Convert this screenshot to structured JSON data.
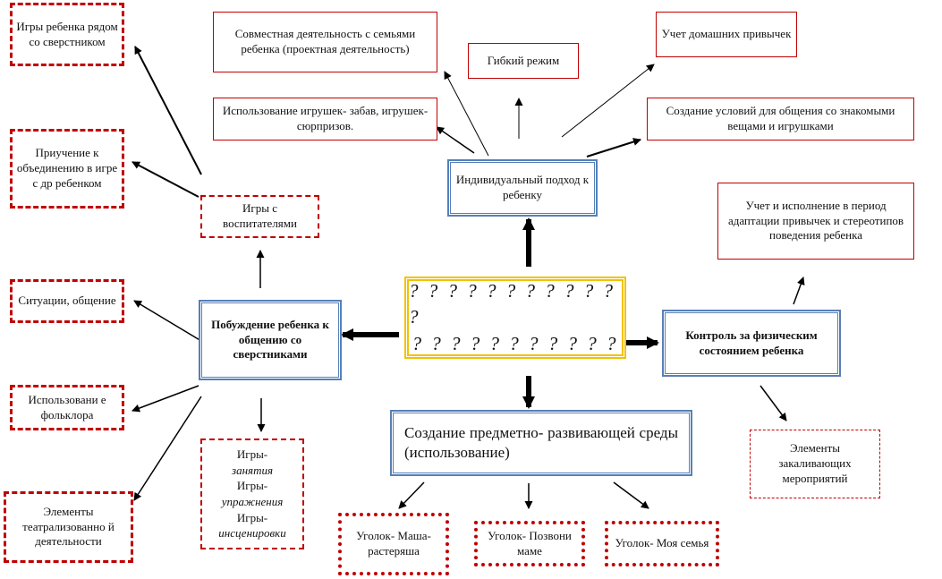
{
  "center": {
    "line1": "? ? ? ? ? ? ? ? ? ? ? ?",
    "line2": "? ? ? ? ? ? ? ? ? ? ?"
  },
  "individual": {
    "label": "Индивидуальный подход к ребенку"
  },
  "motivation": {
    "label": "Побуждение ребенка к общению со сверстниками"
  },
  "control": {
    "label": "Контроль за физическим состоянием ребенка"
  },
  "environment": {
    "label": "Создание предметно- развивающей среды (использование)"
  },
  "top_items": {
    "joint": "Совместная деятельность с семьями ребенка (проектная деятельность)",
    "flexible": "Гибкий режим",
    "habits": "Учет домашних привычек",
    "toys": "Использование игрушек- забав, игрушек- сюрпризов.",
    "familiar": "Создание условий для общения со знакомыми вещами и игрушками"
  },
  "right_items": {
    "adaptation": "Учет и исполнение в период адаптации привычек и стереотипов поведения ребенка",
    "hardening": "Элементы закаливающих мероприятий"
  },
  "left_items": {
    "peers_play": "Игры ребенка рядом со сверстником",
    "joining": "Приучение к объединению в игре с др ребенком",
    "teachers": "Игры с воспитателями",
    "situations": "Ситуации, общение",
    "folklore": "Использовани е фольклора",
    "theatre": "Элементы театрализованно й деятельности"
  },
  "games_list": {
    "g1": "Игры-",
    "g1b": "занятия",
    "g2": "Игры-",
    "g2b": "упражнения",
    "g3": "Игры-",
    "g3b": "инсценировки"
  },
  "corners": {
    "c1": "Уголок- Маша- растеряша",
    "c2": "Уголок- Позвони маме",
    "c3": "Уголок- Моя семья"
  },
  "colors": {
    "red": "#c00000",
    "blue": "#4f81bd",
    "gold": "#f2c200"
  }
}
